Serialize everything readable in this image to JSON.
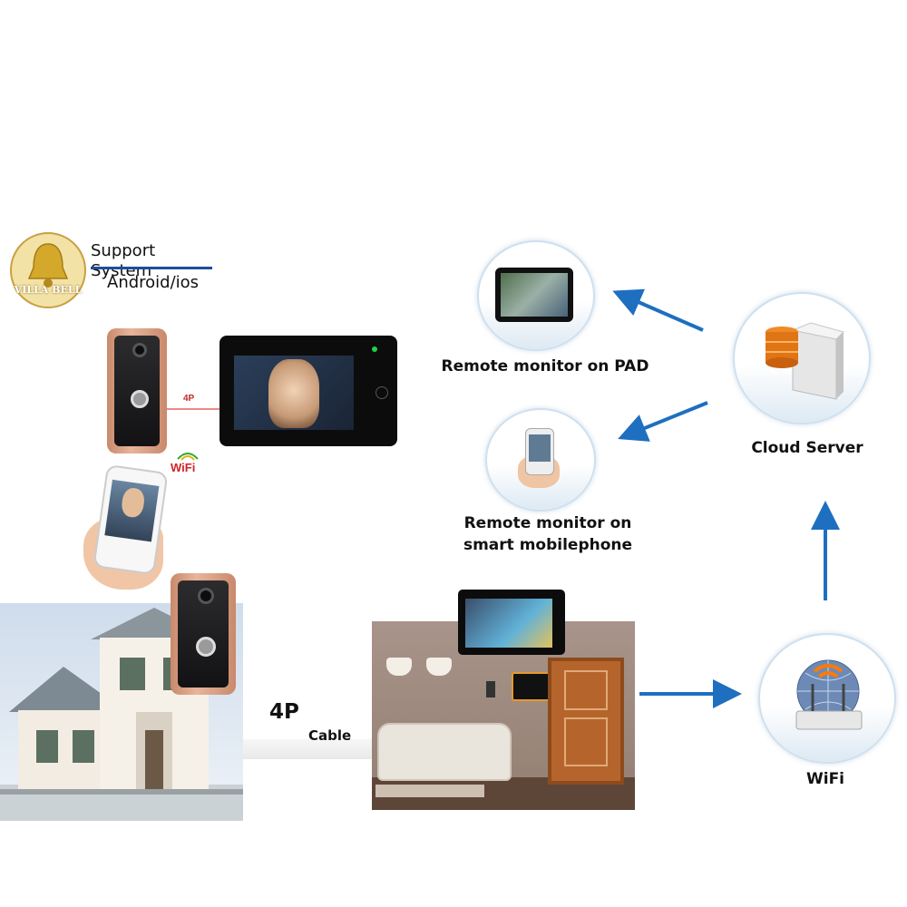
{
  "brand": {
    "logo_text": "VILLA BELL",
    "support_title": "Support System",
    "support_platforms": "Android/ios"
  },
  "labels": {
    "wifi_badge": "WiFi",
    "wire_top": "4P",
    "wire_bottom_big": "4P",
    "wire_bottom_small": "Cable",
    "pad": "Remote monitor on PAD",
    "phone_line1": "Remote monitor on",
    "phone_line2": "smart mobilephone",
    "cloud": "Cloud Server",
    "wifi": "WiFi"
  },
  "colors": {
    "arrow": "#1e6fc0",
    "underline": "#1f4e9a",
    "logo_gold": "#d4a82a",
    "doorbell_rose": "#d9a184"
  }
}
